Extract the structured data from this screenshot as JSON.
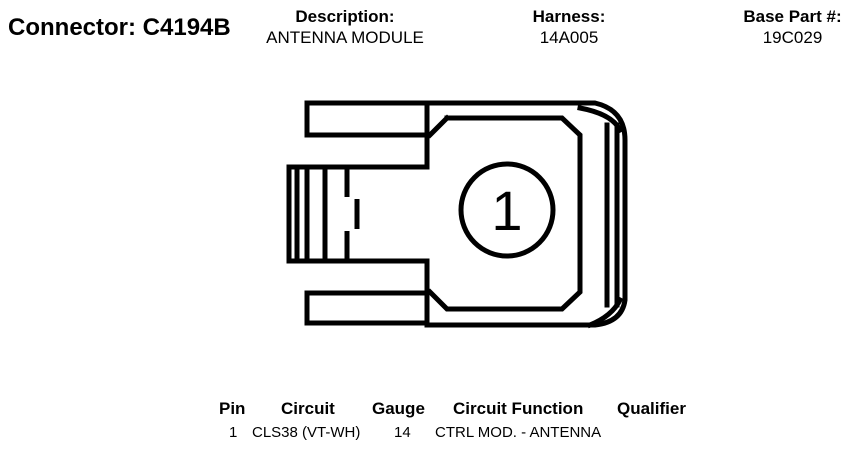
{
  "header": {
    "connector_label": "Connector: C4194B",
    "description_label": "Description:",
    "description_value": "ANTENNA MODULE",
    "harness_label": "Harness:",
    "harness_value": "14A005",
    "base_part_label": "Base Part #:",
    "base_part_value": "19C029"
  },
  "diagram": {
    "pin_number": "1"
  },
  "pin_table": {
    "columns": [
      "Pin",
      "Circuit",
      "Gauge",
      "Circuit Function",
      "Qualifier"
    ],
    "rows": [
      {
        "pin": "1",
        "circuit": "CLS38 (VT-WH)",
        "gauge": "14",
        "function": "CTRL MOD. - ANTENNA",
        "qualifier": ""
      }
    ]
  }
}
